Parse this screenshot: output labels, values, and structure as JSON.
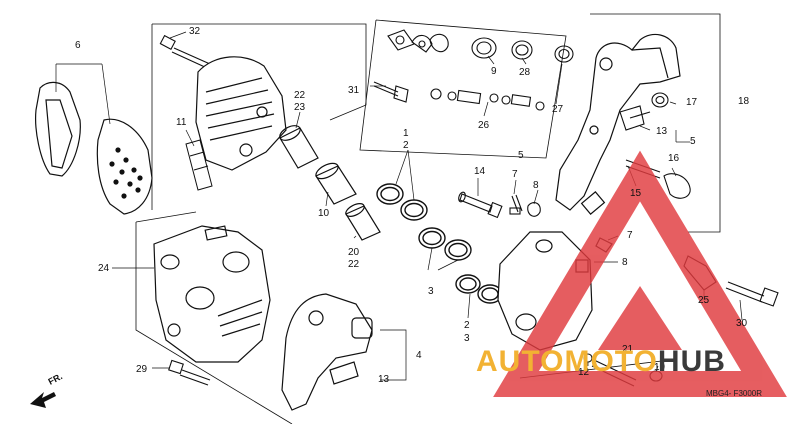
{
  "diagram": {
    "code": "MBG4- F3000R",
    "direction_label": "FR.",
    "callouts": [
      "1",
      "2",
      "3",
      "4",
      "5",
      "6",
      "7",
      "8",
      "9",
      "10",
      "11",
      "12",
      "13",
      "14",
      "15",
      "16",
      "17",
      "18",
      "19",
      "20",
      "21",
      "22",
      "23",
      "24",
      "25",
      "26",
      "27",
      "28",
      "29",
      "30",
      "31",
      "32"
    ],
    "secondary_labels": {
      "n2b": "2",
      "n3b": "3",
      "n5b": "5",
      "n7b": "7",
      "n8b": "8",
      "n13b": "13",
      "n22b": "22"
    }
  },
  "watermark": {
    "part_a": "AUTOMOTO",
    "part_b": "HUB",
    "colors": {
      "orange": "#f2b233",
      "red": "#e03a3e",
      "gray": "#3a3a3a"
    }
  }
}
